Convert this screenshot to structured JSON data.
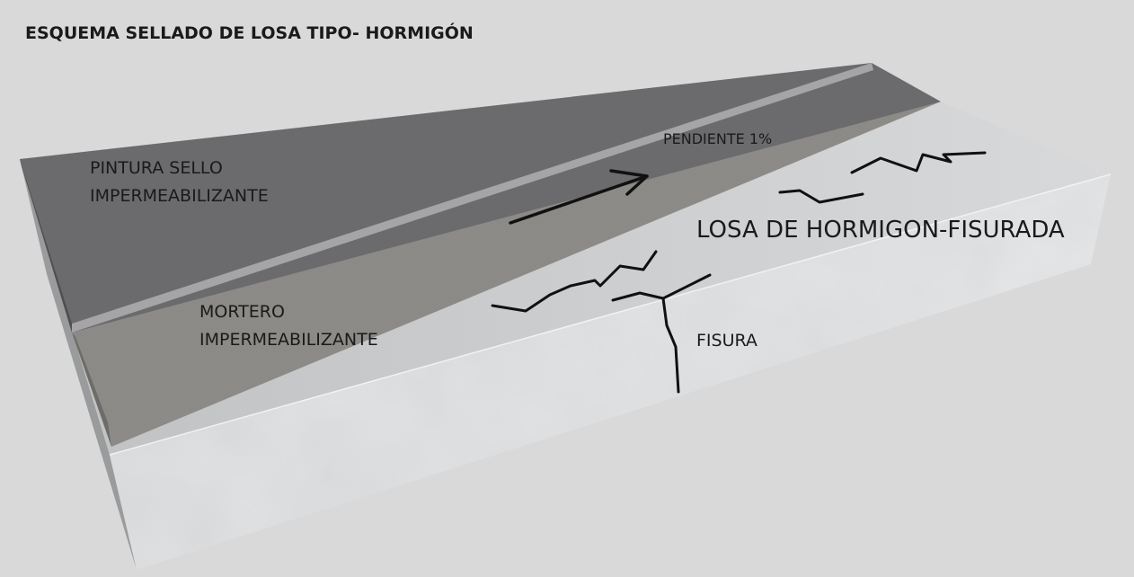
{
  "title": "ESQUEMA SELLADO DE LOSA TIPO- HORMIGÓN",
  "labels": {
    "pintura_line1": "PINTURA SELLO",
    "pintura_line2": "IMPERMEABILIZANTE",
    "pendiente": "PENDIENTE 1%",
    "losa": "LOSA DE HORMIGON-FISURADA",
    "mortero_line1": "MORTERO",
    "mortero_line2": "IMPERMEABILIZANTE",
    "fisura": "FISURA"
  },
  "colors": {
    "background": "#d9d9d9",
    "concrete_top": "#cfd1d2",
    "concrete_front": "#e4e5e6",
    "concrete_side": "#9c9d9f",
    "mortar": "#8b8985",
    "paint": "#6b6b6d",
    "crack": "#111111"
  }
}
